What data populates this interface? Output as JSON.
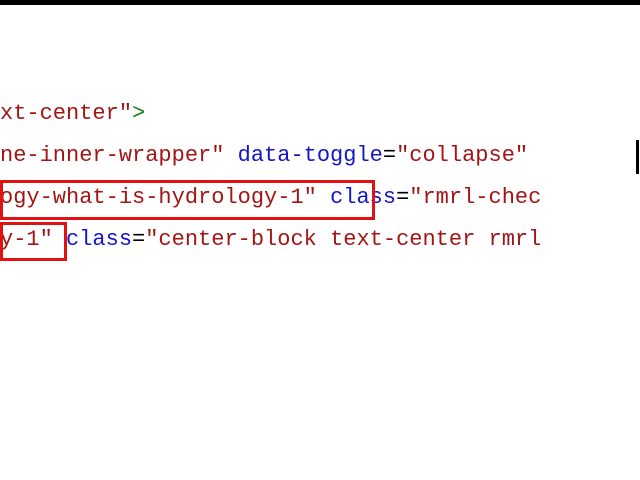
{
  "code_view": {
    "line1": {
      "str": "xt-center\"",
      "close": ">"
    },
    "line2": {
      "str1": "ne-inner-wrapper\"",
      "attr": "data-toggle",
      "eq": "=",
      "str2": "\"collapse\""
    },
    "line3": {
      "highlighted": "ogy-what-is-hydrology-1\"",
      "attr": "class",
      "eq": "=",
      "str": "\"rmrl-chec"
    },
    "line4": {
      "highlighted": "y-1\"",
      "attr": "class",
      "eq": "=",
      "str": "\"center-block text-center rmrl"
    }
  },
  "colors": {
    "string": "#a31515",
    "attribute": "#1515c8",
    "tag": "#1a7f1a",
    "highlight_box": "#e21212"
  }
}
